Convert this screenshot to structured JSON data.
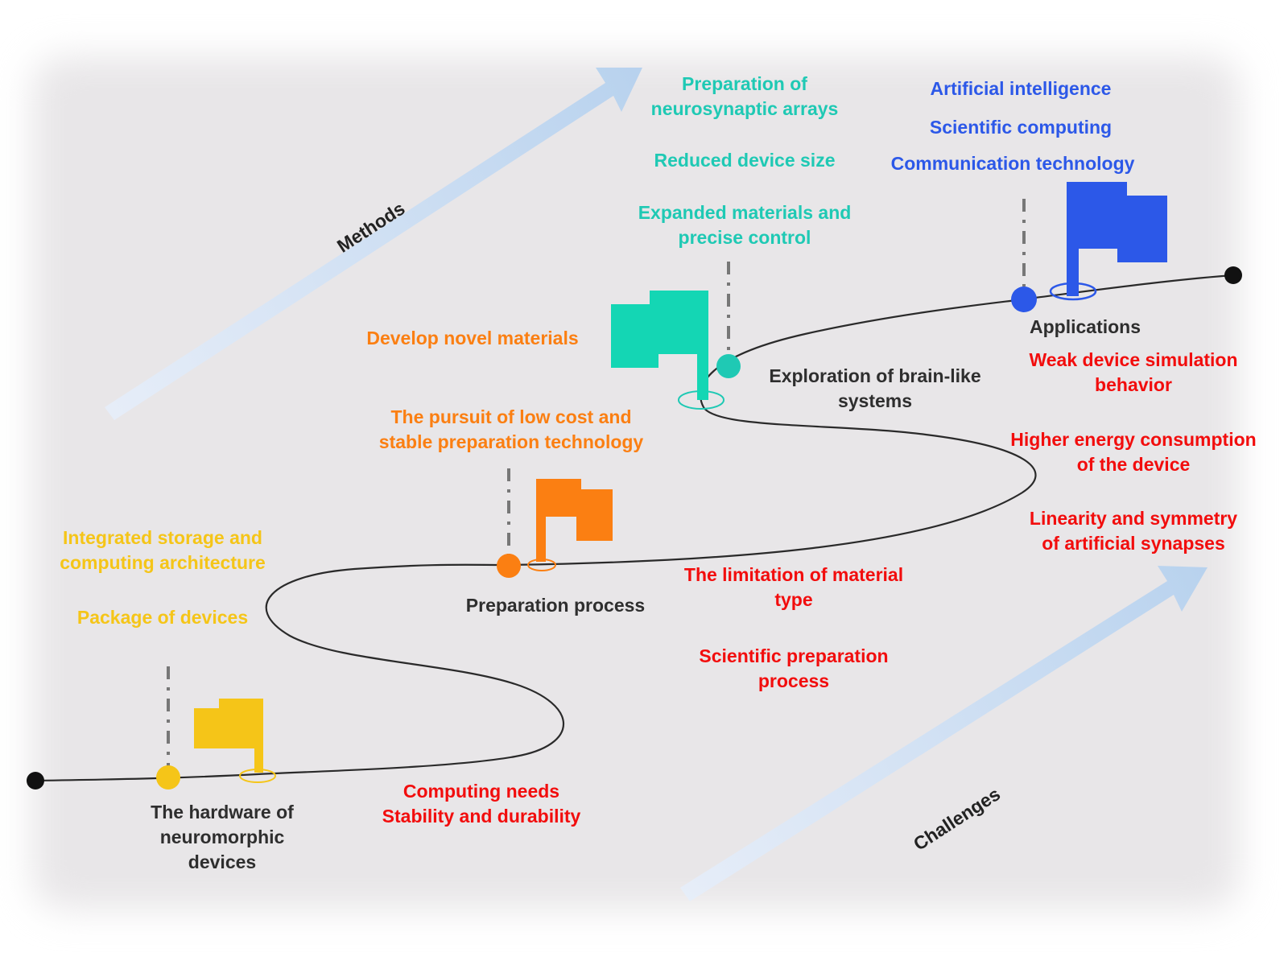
{
  "colors": {
    "yellow": "#f5c518",
    "orange": "#fb7f12",
    "teal": "#1fc9b4",
    "blue": "#2c58e8",
    "red": "#f20d0d",
    "arrow": "#b8d2ee",
    "path": "#2a2a2a"
  },
  "arrows": {
    "methods": "Methods",
    "challenges": "Challenges"
  },
  "stages": [
    {
      "name": "The hardware of\nneuromorphic\ndevices",
      "color": "yellow",
      "methods": [
        "Integrated storage and\ncomputing architecture",
        "Package of devices"
      ],
      "challenges": [
        "Computing needs\nStability and durability"
      ]
    },
    {
      "name": "Preparation process",
      "color": "orange",
      "methods": [
        "The pursuit of low cost and\nstable preparation technology",
        "Develop novel materials"
      ],
      "challenges": [
        "The limitation of material\ntype",
        "Scientific preparation\nprocess"
      ]
    },
    {
      "name": "Exploration of brain-like\nsystems",
      "color": "teal",
      "methods": [
        "Preparation of\nneurosynaptic arrays",
        "Reduced device size",
        "Expanded materials and\nprecise control"
      ],
      "challenges": [
        "Higher energy consumption\nof the device",
        "Linearity and symmetry\nof artificial synapses"
      ]
    },
    {
      "name": "Applications",
      "color": "blue",
      "methods": [
        "Artificial intelligence",
        "Scientific computing",
        "Communication technology"
      ],
      "challenges": [
        "Weak device simulation\nbehavior"
      ]
    }
  ]
}
